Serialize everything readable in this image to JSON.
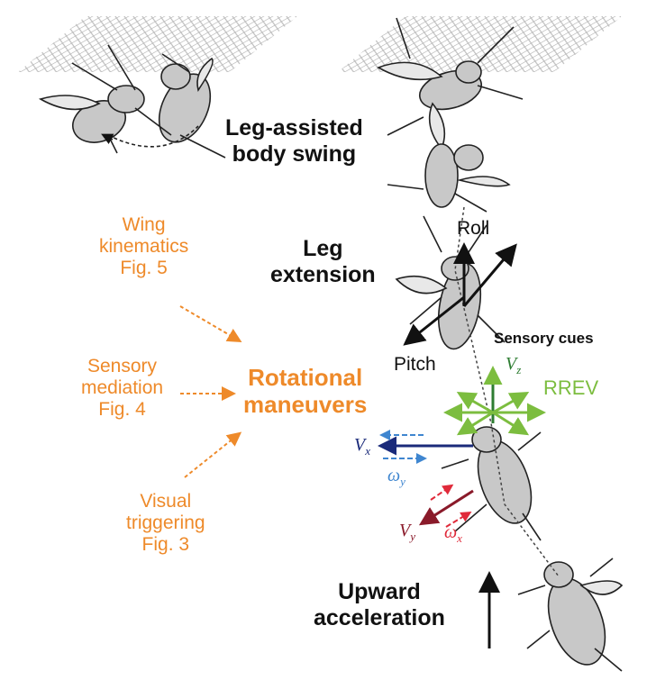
{
  "labels": {
    "body_swing": [
      "Leg-assisted",
      "body swing"
    ],
    "leg_extension": [
      "Leg",
      "extension"
    ],
    "upward_acceleration": [
      "Upward",
      "acceleration"
    ],
    "roll": "Roll",
    "pitch": "Pitch",
    "sensory_cues": "Sensory cues",
    "rrev": "RREV",
    "rotational_maneuvers": [
      "Rotational",
      "maneuvers"
    ],
    "wing_kinematics": [
      "Wing",
      "kinematics",
      "Fig. 5"
    ],
    "sensory_mediation": [
      "Sensory",
      "mediation",
      "Fig. 4"
    ],
    "visual_triggering": [
      "Visual",
      "triggering",
      "Fig. 3"
    ]
  },
  "symbols": {
    "vz": {
      "base": "V",
      "sub": "z"
    },
    "vx": {
      "base": "V",
      "sub": "x"
    },
    "wy": {
      "base": "ω",
      "sub": "y"
    },
    "vy": {
      "base": "V",
      "sub": "y"
    },
    "wx": {
      "base": "ω",
      "sub": "x"
    }
  },
  "colors": {
    "orange": "#ee8a2a",
    "green": "#7cbd3f",
    "navy": "#1a2a7a",
    "blue_dashed": "#3f86d0",
    "dark_red": "#8a1a2a",
    "red_dashed": "#e02a3a",
    "fly_body": "#c8c8c8",
    "mesh": "#bdbdbd"
  }
}
